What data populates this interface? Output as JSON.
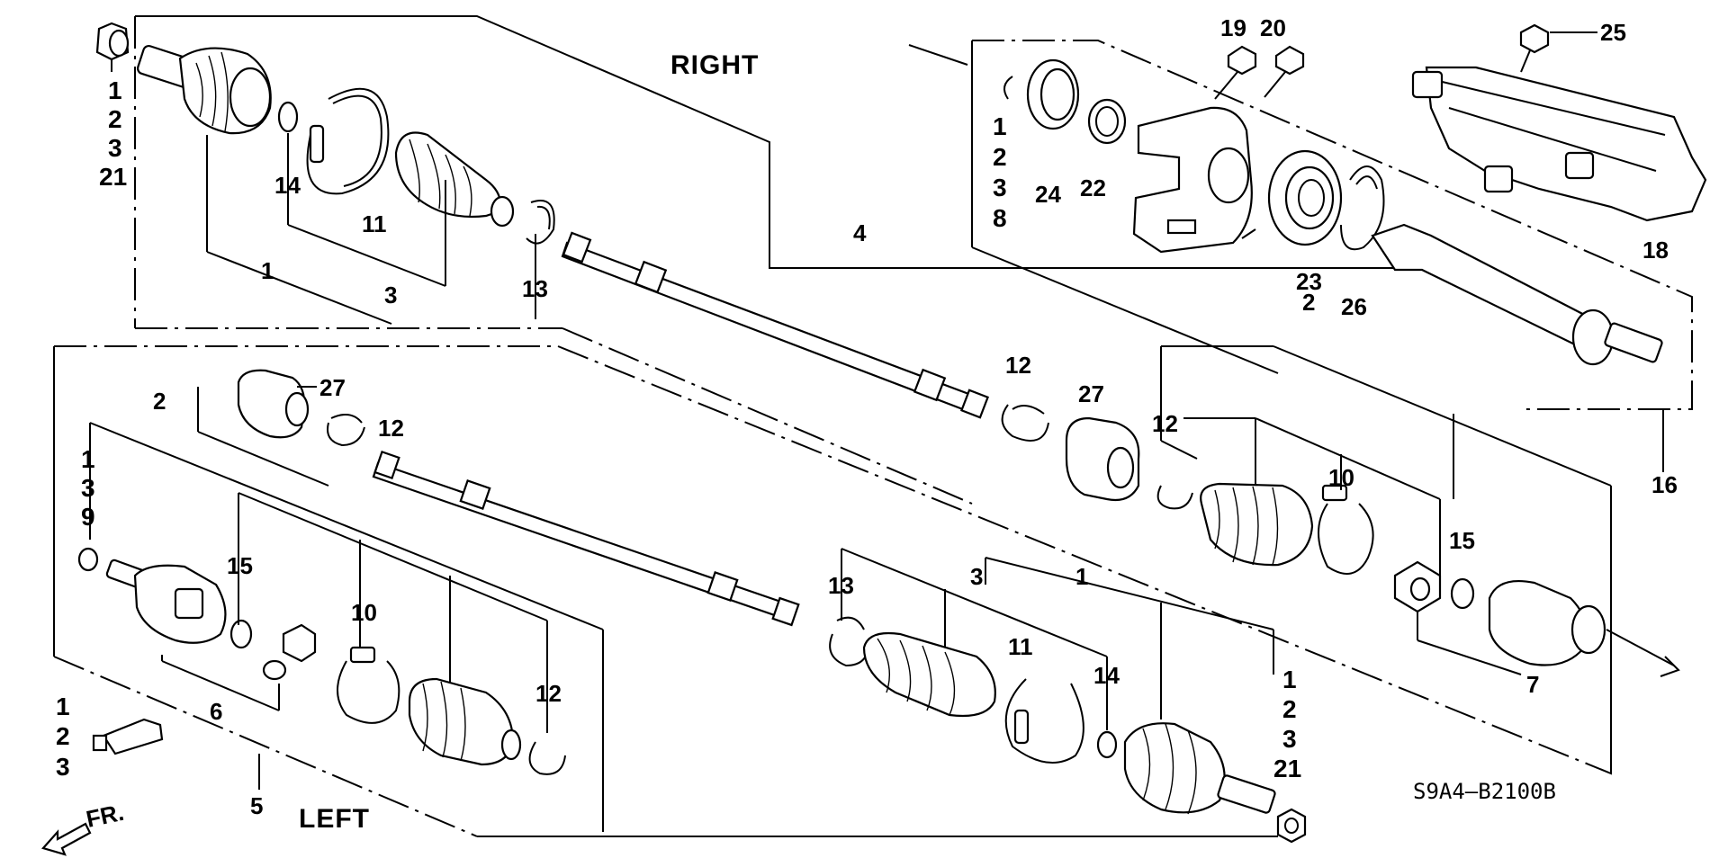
{
  "labels": {
    "right": "RIGHT",
    "left": "LEFT",
    "front": "FR.",
    "diagram_code": "S9A4–B2100B"
  },
  "callouts": {
    "r_nut_stack": [
      "1",
      "2",
      "3",
      "21"
    ],
    "r_14": "14",
    "r_11": "11",
    "r_3": "3",
    "r_1": "1",
    "r_13": "13",
    "r_4": "4",
    "r_clip_stack": [
      "1",
      "2",
      "3",
      "8"
    ],
    "r_24": "24",
    "r_22": "22",
    "r_19": "19",
    "r_20": "20",
    "r_23": "23",
    "r_26": "26",
    "r_25": "25",
    "r_18": "18",
    "r_16": "16",
    "r_12a": "12",
    "r_27a": "27",
    "r_2": "2",
    "r_12b": "12",
    "r_10": "10",
    "r_15": "15",
    "r_7": "7",
    "l_2": "2",
    "l_27": "27",
    "l_12a": "12",
    "l_clip_stack": [
      "1",
      "3",
      "9"
    ],
    "l_15": "15",
    "l_10": "10",
    "l_12b": "12",
    "l_6": "6",
    "l_5": "5",
    "l_grease_stack": [
      "1",
      "2",
      "3"
    ],
    "l_13": "13",
    "l_3": "3",
    "l_1": "1",
    "l_11": "11",
    "l_14": "14",
    "l_nut_stack": [
      "1",
      "2",
      "3",
      "21"
    ]
  }
}
